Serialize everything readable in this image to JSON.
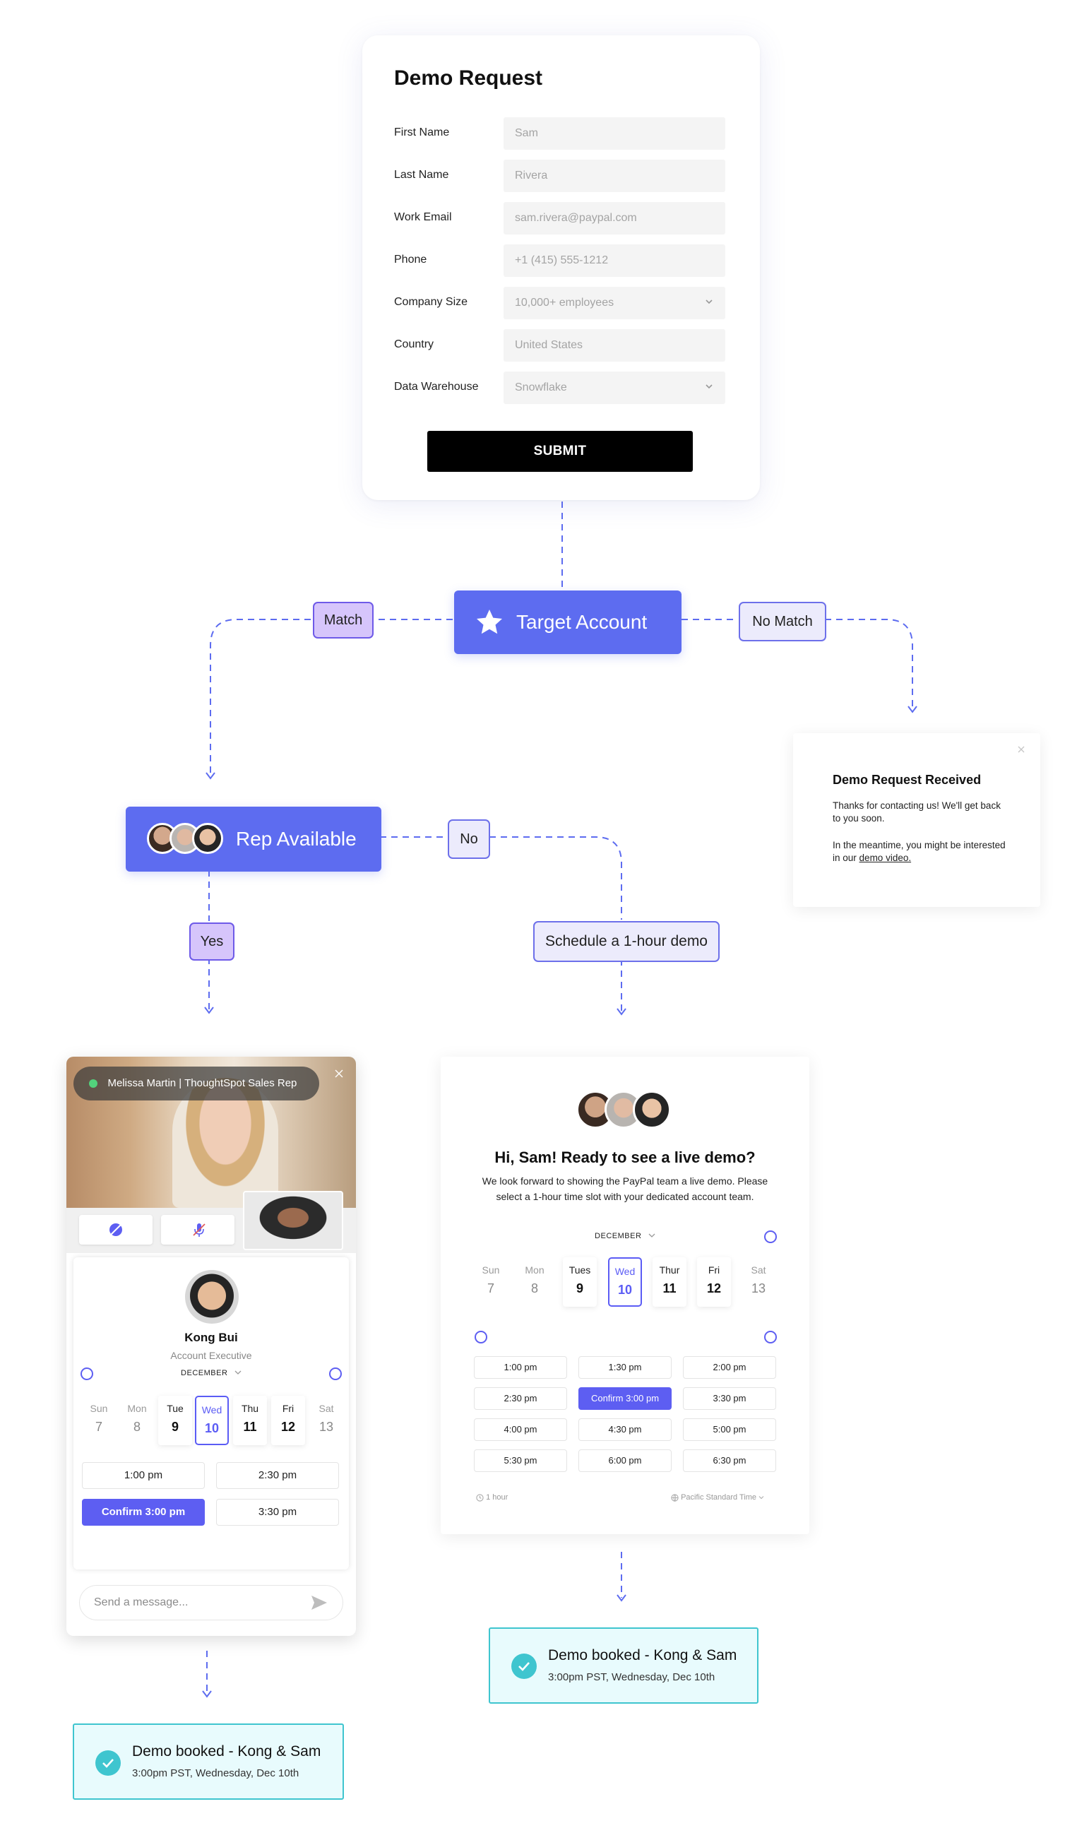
{
  "form": {
    "title": "Demo Request",
    "fields": [
      {
        "label": "First Name",
        "value": "Sam",
        "dropdown": false
      },
      {
        "label": "Last Name",
        "value": "Rivera",
        "dropdown": false
      },
      {
        "label": "Work Email",
        "value": "sam.rivera@paypal.com",
        "dropdown": false
      },
      {
        "label": "Phone",
        "value": "+1 (415) 555-1212",
        "dropdown": false
      },
      {
        "label": "Company Size",
        "value": "10,000+ employees",
        "dropdown": true
      },
      {
        "label": "Country",
        "value": "United States",
        "dropdown": false
      },
      {
        "label": "Data Warehouse",
        "value": "Snowflake",
        "dropdown": true
      }
    ],
    "submit_label": "SUBMIT"
  },
  "flow": {
    "target_account": "Target Account",
    "match": "Match",
    "no_match": "No Match",
    "rep_available": "Rep Available",
    "no": "No",
    "yes": "Yes",
    "schedule": "Schedule a 1-hour demo"
  },
  "received": {
    "title": "Demo Request Received",
    "line1": "Thanks for contacting us! We'll get back to you soon.",
    "line2_prefix": "In the meantime, you might be interested in our",
    "link": "demo video."
  },
  "chat": {
    "caller": "Melissa Martin | ThoughtSpot Sales Rep",
    "rep_name": "Kong Bui",
    "rep_title": "Account Executive",
    "month": "DECEMBER",
    "days": [
      {
        "name": "Sun",
        "num": "7",
        "state": "off"
      },
      {
        "name": "Mon",
        "num": "8",
        "state": "off"
      },
      {
        "name": "Tue",
        "num": "9",
        "state": "avail"
      },
      {
        "name": "Wed",
        "num": "10",
        "state": "selected"
      },
      {
        "name": "Thu",
        "num": "11",
        "state": "avail"
      },
      {
        "name": "Fri",
        "num": "12",
        "state": "avail"
      },
      {
        "name": "Sat",
        "num": "13",
        "state": "off"
      }
    ],
    "slots": [
      "1:00 pm",
      "2:30 pm",
      "Confirm 3:00 pm",
      "3:30 pm"
    ],
    "message_placeholder": "Send a message..."
  },
  "scheduler": {
    "heading": "Hi, Sam! Ready to see a live demo?",
    "sub1": "We look forward to showing the PayPal team a live demo. Please",
    "sub2": "select a 1-hour time slot with your dedicated account team.",
    "month": "DECEMBER",
    "days": [
      {
        "name": "Sun",
        "num": "7",
        "state": "off"
      },
      {
        "name": "Mon",
        "num": "8",
        "state": "off"
      },
      {
        "name": "Tues",
        "num": "9",
        "state": "avail"
      },
      {
        "name": "Wed",
        "num": "10",
        "state": "selected"
      },
      {
        "name": "Thur",
        "num": "11",
        "state": "avail"
      },
      {
        "name": "Fri",
        "num": "12",
        "state": "avail"
      },
      {
        "name": "Sat",
        "num": "13",
        "state": "off"
      }
    ],
    "slots": [
      "1:00 pm",
      "1:30 pm",
      "2:00 pm",
      "2:30 pm",
      "Confirm 3:00 pm",
      "3:30 pm",
      "4:00 pm",
      "4:30 pm",
      "5:00 pm",
      "5:30 pm",
      "6:00 pm",
      "6:30 pm"
    ],
    "duration": "1 hour",
    "timezone": "Pacific Standard Time"
  },
  "booked": {
    "title": "Demo booked - Kong & Sam",
    "detail": "3:00pm PST, Wednesday, Dec 10th"
  },
  "colors": {
    "accent": "#5d6cf0",
    "purple_label": "#d6c5fb",
    "booked_bg": "#e8fbfd",
    "booked_border": "#3fc5cf"
  }
}
